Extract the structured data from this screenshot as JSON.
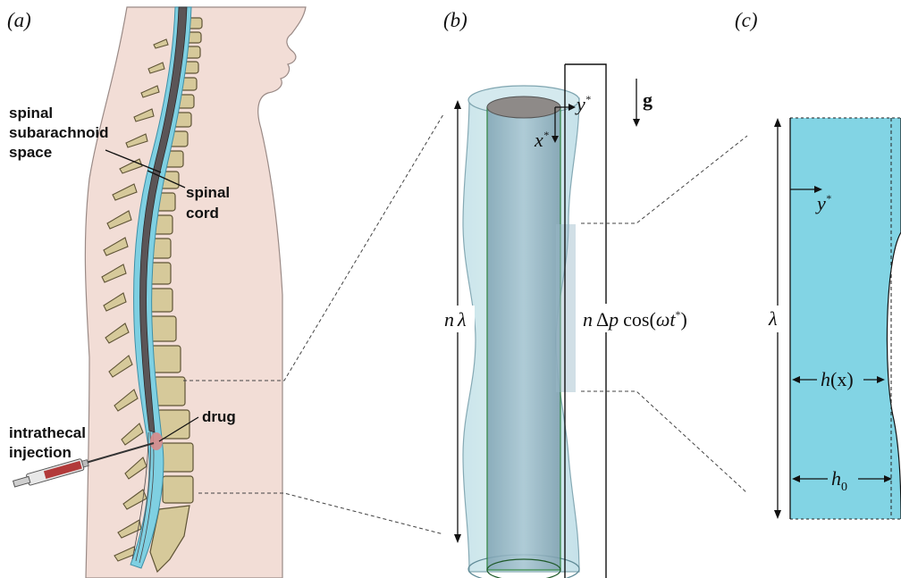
{
  "panels": {
    "a": "(a)",
    "b": "(b)",
    "c": "(c)"
  },
  "annotations": {
    "subarachnoid": [
      "spinal",
      "subarachnoid",
      "space"
    ],
    "cord": [
      "spinal",
      "cord"
    ],
    "drug": "drug",
    "injection": [
      "intrathecal",
      "injection"
    ]
  },
  "panel_b": {
    "n": "n",
    "lambda": "λ",
    "delta": "Δ",
    "p": "p",
    "cos": "cos(",
    "omega": "ω",
    "t": "t",
    "close": ")",
    "star": "*",
    "x": "x",
    "y": "y",
    "g": "g"
  },
  "panel_c": {
    "lambda": "λ",
    "y": "y",
    "star": "*",
    "h": "h",
    "hx_arg": "(x)",
    "h0_sub": "0"
  },
  "colors": {
    "skin": "#f2ddd6",
    "bone": "#d6c99a",
    "bone_edge": "#6b5f3c",
    "csf": "#7fd0e2",
    "cord": "#5b5557",
    "fluid": "#82d4e4"
  }
}
